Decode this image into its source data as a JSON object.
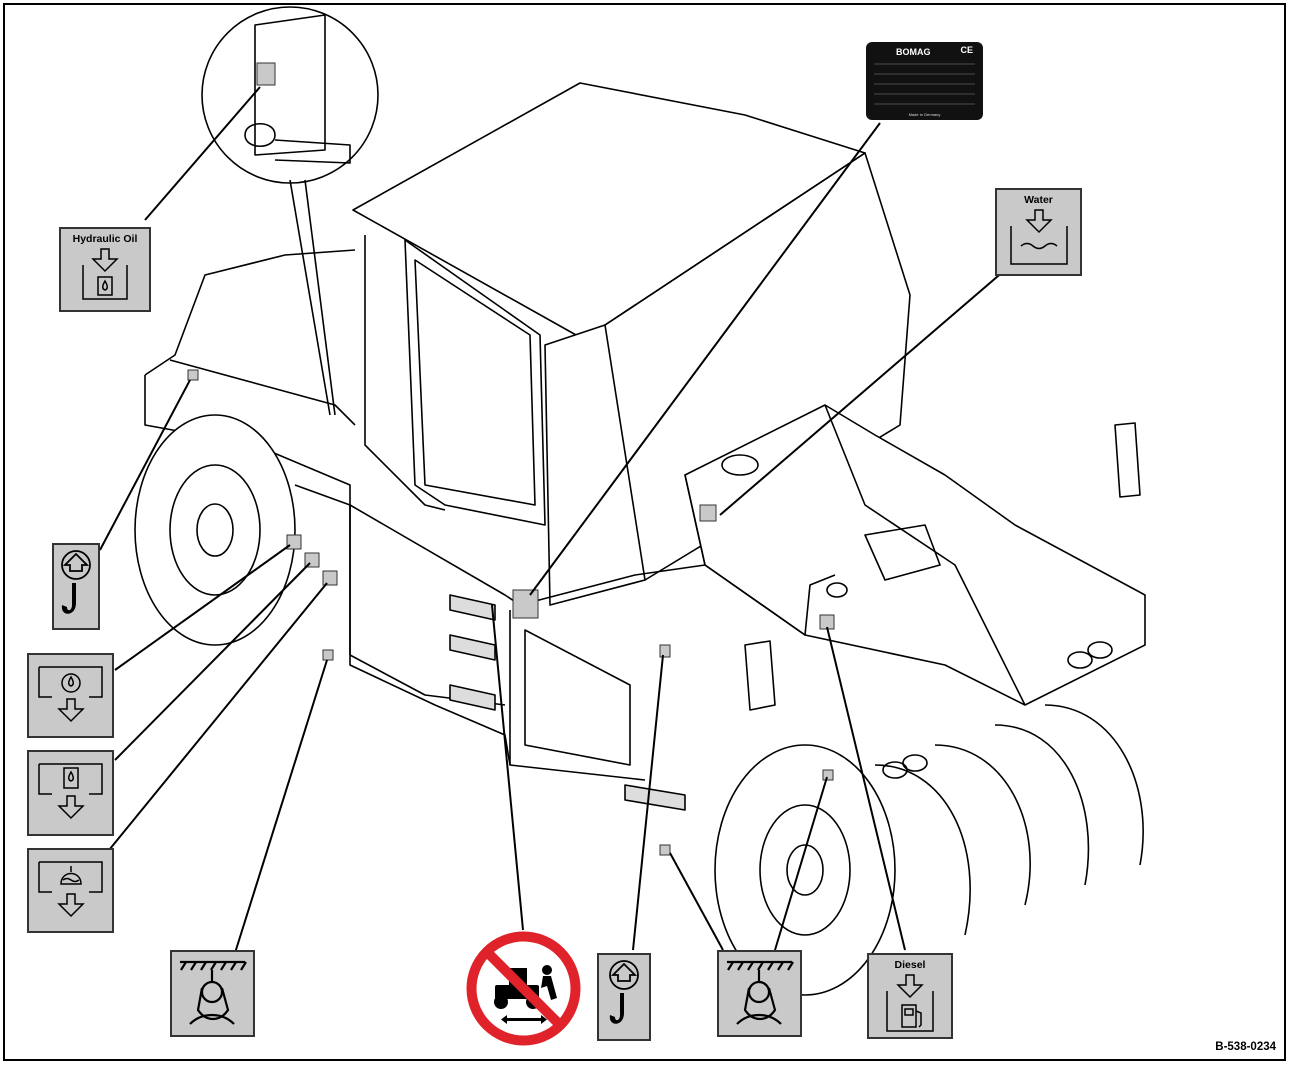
{
  "drawing": {
    "reference": "B-538-0234"
  },
  "labels": {
    "hydraulic_oil": "Hydraulic Oil",
    "water": "Water",
    "diesel": "Diesel"
  },
  "type_plate": {
    "brand": "BOMAG",
    "mark": "CE",
    "footer": "Made in Germany"
  },
  "icons": [
    "hydraulic-oil-fill-icon",
    "water-fill-icon",
    "diesel-fill-icon",
    "lifting-point-icon",
    "engine-oil-drain-icon",
    "hydraulic-oil-drain-icon",
    "coolant-drain-icon",
    "tie-down-point-icon",
    "no-riding-while-moving-icon",
    "type-plate-icon"
  ],
  "colors": {
    "decal_gray": "#c9c9c9",
    "prohibition_red": "#e0222a",
    "line": "#000000"
  }
}
